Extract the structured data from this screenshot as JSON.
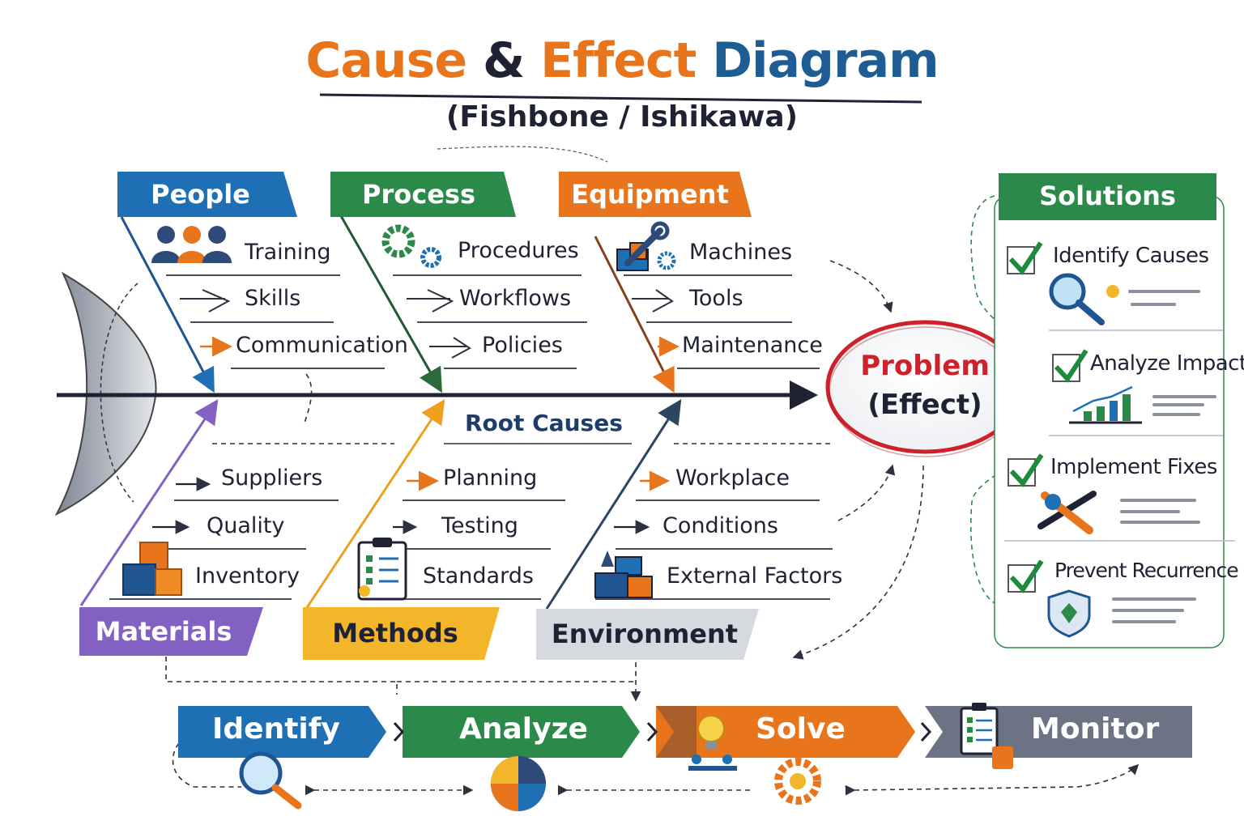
{
  "title": {
    "part1": "Cause",
    "amp": "&",
    "part2": "Effect",
    "part3": "Diagram"
  },
  "subtitle": "(Fishbone / Ishikawa)",
  "root_label": "Root Causes",
  "problem": {
    "line1": "Problem",
    "line2": "(Effect)"
  },
  "categories": {
    "people": {
      "label": "People",
      "color": "#1f6fb5",
      "causes": [
        "Training",
        "Skills",
        "Communication"
      ]
    },
    "process": {
      "label": "Process",
      "color": "#2b8a4a",
      "causes": [
        "Procedures",
        "Workflows",
        "Policies"
      ]
    },
    "equipment": {
      "label": "Equipment",
      "color": "#e8741c",
      "causes": [
        "Machines",
        "Tools",
        "Maintenance"
      ]
    },
    "materials": {
      "label": "Materials",
      "color": "#8261c2",
      "causes": [
        "Suppliers",
        "Quality",
        "Inventory"
      ]
    },
    "methods": {
      "label": "Methods",
      "color": "#f3b52a",
      "causes": [
        "Planning",
        "Testing",
        "Standards"
      ]
    },
    "environment": {
      "label": "Environment",
      "color": "#d6d9de",
      "causes": [
        "Workplace",
        "Conditions",
        "External Factors"
      ]
    }
  },
  "solutions": {
    "title": "Solutions",
    "color": "#2b8a4a",
    "items": [
      "Identify Causes",
      "Analyze Impact",
      "Implement Fixes",
      "Prevent Recurrence"
    ]
  },
  "steps": [
    {
      "label": "Identify",
      "color": "#1f6fb5"
    },
    {
      "label": "Analyze",
      "color": "#2b8a4a"
    },
    {
      "label": "Solve",
      "color": "#e8741c"
    },
    {
      "label": "Monitor",
      "color": "#6b7385"
    }
  ],
  "icons": [
    "people-group-icon",
    "gears-icon",
    "wrench-icon",
    "boxes-icon",
    "clipboard-icon",
    "tools-icon",
    "magnifier-icon",
    "bar-chart-icon",
    "shield-icon",
    "pie-chart-icon",
    "lightbulb-icon",
    "gear-icon",
    "check-icon"
  ]
}
